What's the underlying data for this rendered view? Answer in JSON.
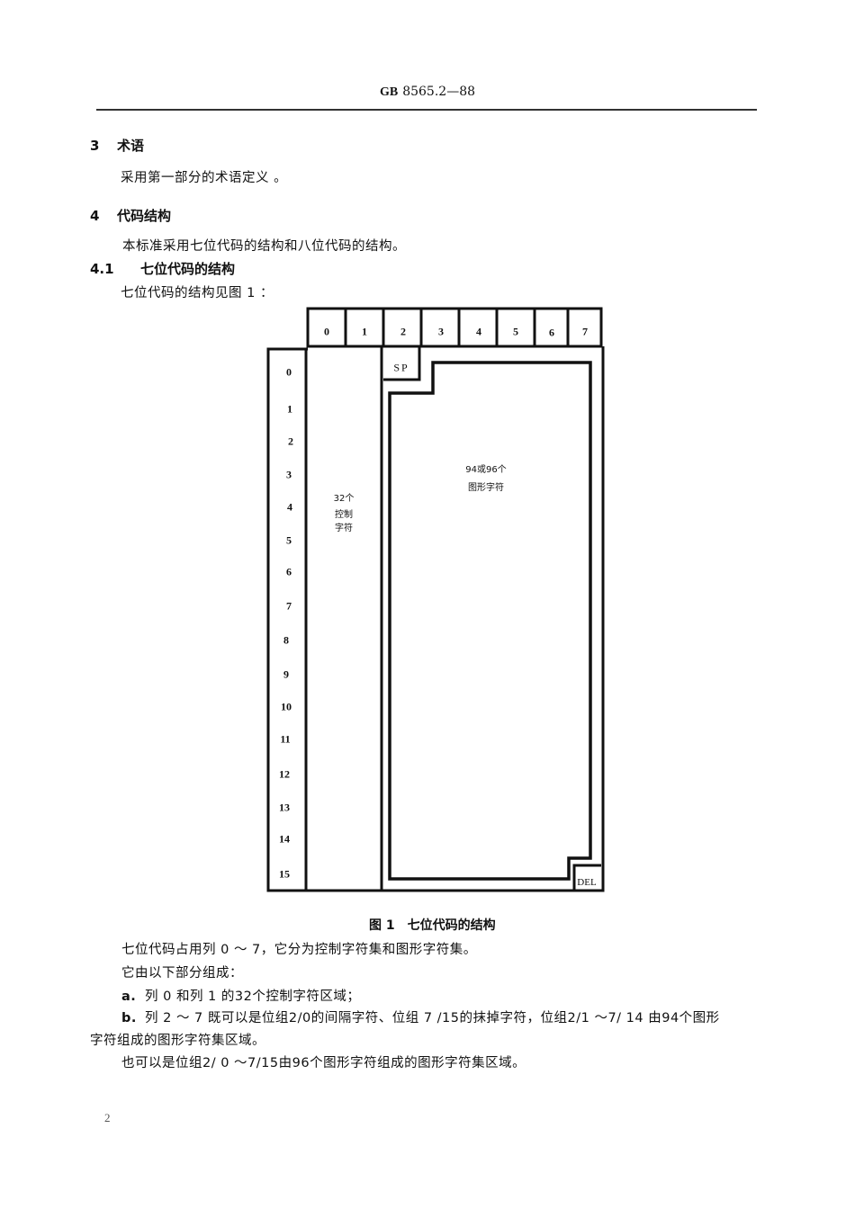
{
  "header": {
    "code_prefix": "GB",
    "code_number": "8565.2—88"
  },
  "sections": {
    "s3": {
      "number": "3",
      "title": "术语",
      "body": "采用第一部分的术语定义 。"
    },
    "s4": {
      "number": "4",
      "title": "代码结构",
      "body": "本标准采用七位代码的结构和八位代码的结构。"
    },
    "s41": {
      "number": "4.1",
      "title": "七位代码的结构",
      "body": "七位代码的结构见图 1 ："
    }
  },
  "figure": {
    "column_headers": [
      "0",
      "1",
      "2",
      "3",
      "4",
      "5",
      "6",
      "7"
    ],
    "row_headers": [
      "0",
      "1",
      "2",
      "3",
      "4",
      "5",
      "6",
      "7",
      "8",
      "9",
      "10",
      "11",
      "12",
      "13",
      "14",
      "15"
    ],
    "sp_label": "SP",
    "del_label": "DEL",
    "control_region": {
      "line1": "32个",
      "line2": "控制",
      "line3": "字符"
    },
    "graphic_region": {
      "line1": "94或96个",
      "line2": "图形字符"
    },
    "caption": "图 1　七位代码的结构"
  },
  "paragraphs": {
    "p1": "七位代码占用列 0 ～ 7，它分为控制字符集和图形字符集。",
    "p2": "它由以下部分组成：",
    "item_a_marker": "a.",
    "item_a": "列 0 和列 1 的32个控制字符区域；",
    "item_b_marker": "b.",
    "item_b_line1": "列 2 ～ 7 既可以是位组2/0的间隔字符、位组 7 /15的抹掉字符，位组2/1 ～7/ 14 由94个图形",
    "item_b_line2": "字符组成的图形字符集区域。",
    "p3": "也可以是位组2/ 0 ～7/15由96个图形字符组成的图形字符集区域。"
  },
  "footer": {
    "page_number": "2"
  }
}
